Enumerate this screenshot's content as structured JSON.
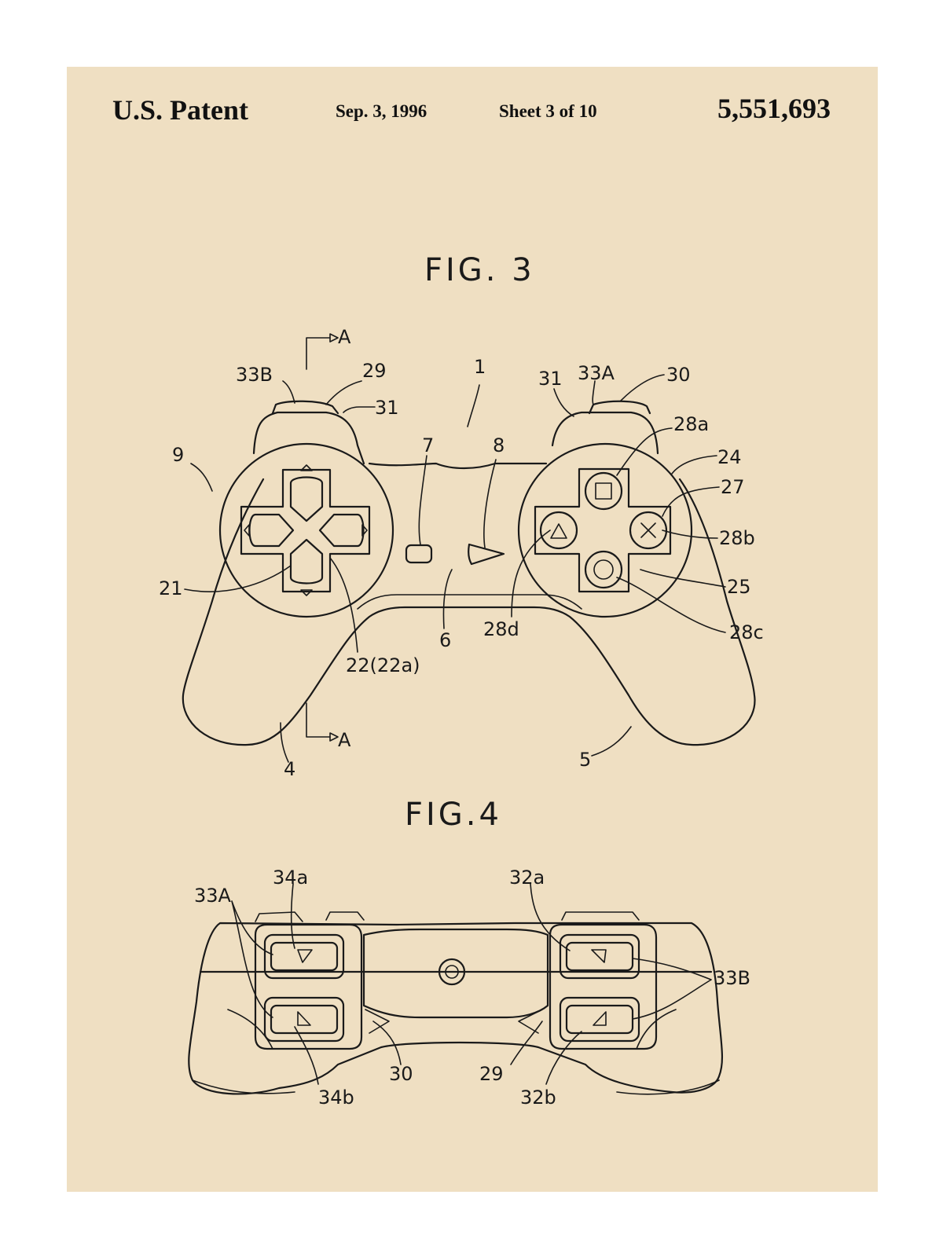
{
  "header": {
    "title": "U.S. Patent",
    "date": "Sep. 3, 1996",
    "sheet": "Sheet 3 of 10",
    "patent_number": "5,551,693"
  },
  "fig3": {
    "caption": "FIG. 3",
    "section_mark": "A",
    "labels": {
      "l1": "1",
      "l4": "4",
      "l5": "5",
      "l6": "6",
      "l7": "7",
      "l8": "8",
      "l9": "9",
      "l21": "21",
      "l22": "22(22a)",
      "l24": "24",
      "l25": "25",
      "l27": "27",
      "l28a": "28a",
      "l28b": "28b",
      "l28c": "28c",
      "l28d": "28d",
      "l29": "29",
      "l30": "30",
      "l31a": "31",
      "l31b": "31",
      "l33A": "33A",
      "l33B": "33B"
    }
  },
  "fig4": {
    "caption": "FIG.4",
    "labels": {
      "l33A": "33A",
      "l34a": "34a",
      "l34b": "34b",
      "l30": "30",
      "l29": "29",
      "l32a": "32a",
      "l32b": "32b",
      "l33B": "33B"
    }
  },
  "colors": {
    "paper": "#efdfc2",
    "ink": "#1a1a1a"
  }
}
